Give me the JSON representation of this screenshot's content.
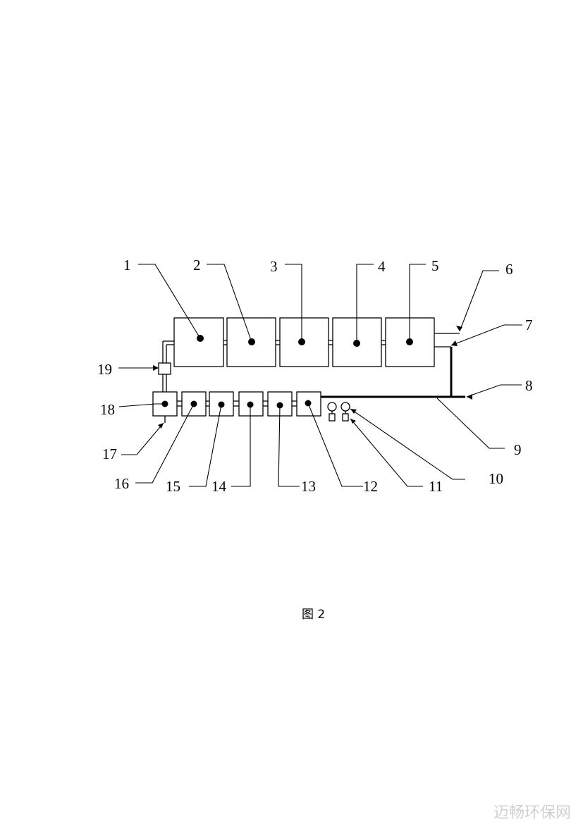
{
  "labels": {
    "l1": "1",
    "l2": "2",
    "l3": "3",
    "l4": "4",
    "l5": "5",
    "l6": "6",
    "l7": "7",
    "l8": "8",
    "l9": "9",
    "l10": "10",
    "l11": "11",
    "l12": "12",
    "l13": "13",
    "l14": "14",
    "l15": "15",
    "l16": "16",
    "l17": "17",
    "l18": "18",
    "l19": "19"
  },
  "caption": "图 2",
  "watermark": "迈畅环保网"
}
